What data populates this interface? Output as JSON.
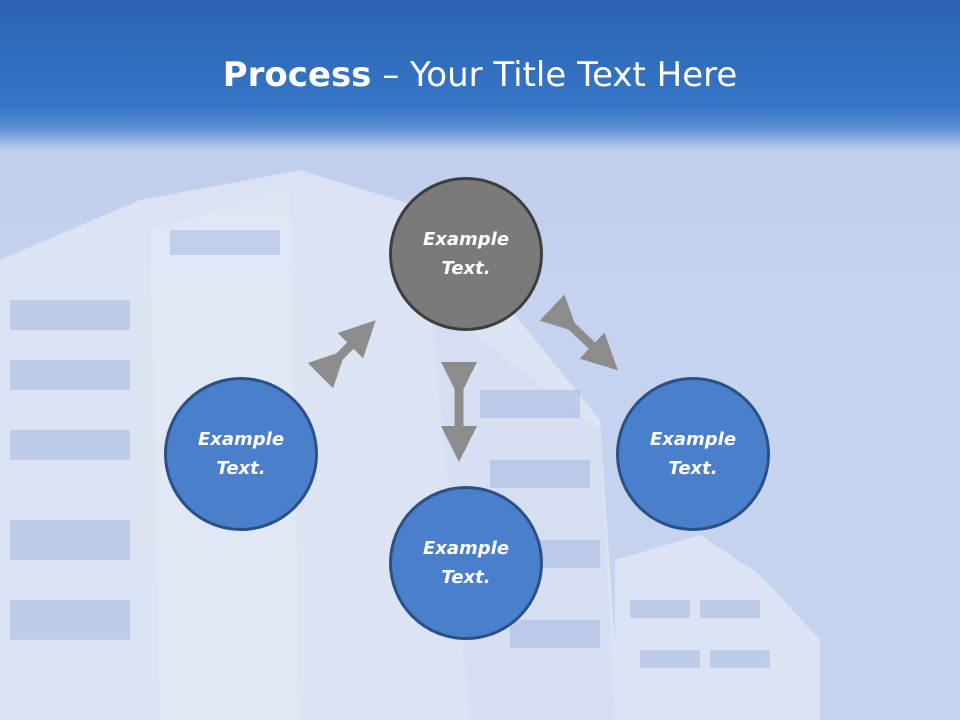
{
  "header": {
    "title_bold": "Process",
    "title_rest": " – Your Title Text Here"
  },
  "diagram": {
    "nodes": [
      {
        "id": "top",
        "label": "Example Text.",
        "color": "#7a7a7a"
      },
      {
        "id": "left",
        "label": "Example Text.",
        "color": "#4a7fcc"
      },
      {
        "id": "bottom",
        "label": "Example Text.",
        "color": "#4a7fcc"
      },
      {
        "id": "right",
        "label": "Example Text.",
        "color": "#4a7fcc"
      }
    ],
    "arrow_color": "#8c8c8c"
  },
  "background": {
    "image": "building-photo"
  }
}
